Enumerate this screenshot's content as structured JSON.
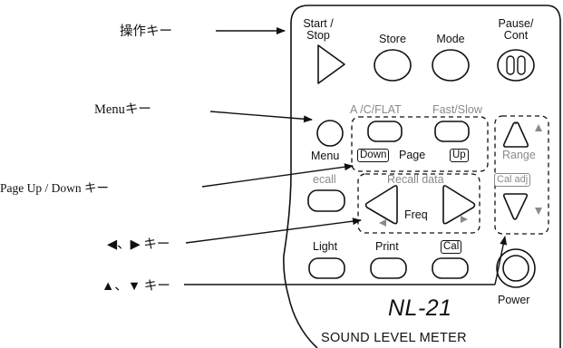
{
  "callouts": {
    "operation_keys": "操作キー",
    "menu_key": "Menuキー",
    "page_key": "Page Up / Down キー",
    "left_right_keys": "◀、▶ キー",
    "up_down_keys": "▲、▼ キー"
  },
  "keys": {
    "start_stop": "Start /\nStop",
    "store": "Store",
    "mode": "Mode",
    "pause_cont": "Pause/\nCont",
    "menu": "Menu",
    "weighting": "A /C/FLAT",
    "speed": "Fast/Slow",
    "down": "Down",
    "page": "Page",
    "up": "Up",
    "range": "Range",
    "cal_adj": "Cal adj",
    "recall_left": "ecall",
    "recall_data": "Recall data",
    "freq": "Freq",
    "light": "Light",
    "print": "Print",
    "cal": "Cal",
    "power": "Power"
  },
  "device": {
    "model": "NL-21",
    "product": "SOUND LEVEL METER"
  }
}
